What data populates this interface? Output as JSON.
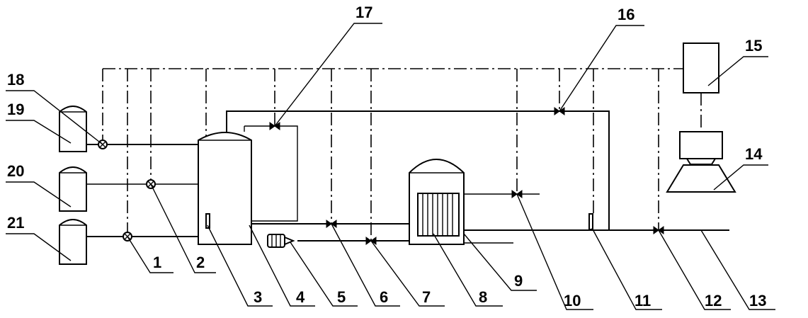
{
  "labels": {
    "n1": "1",
    "n2": "2",
    "n3": "3",
    "n4": "4",
    "n5": "5",
    "n6": "6",
    "n7": "7",
    "n8": "8",
    "n9": "9",
    "n10": "10",
    "n11": "11",
    "n12": "12",
    "n13": "13",
    "n14": "14",
    "n15": "15",
    "n16": "16",
    "n17": "17",
    "n18": "18",
    "n19": "19",
    "n20": "20",
    "n21": "21"
  },
  "colors": {
    "line": "#000000",
    "background": "#ffffff"
  }
}
